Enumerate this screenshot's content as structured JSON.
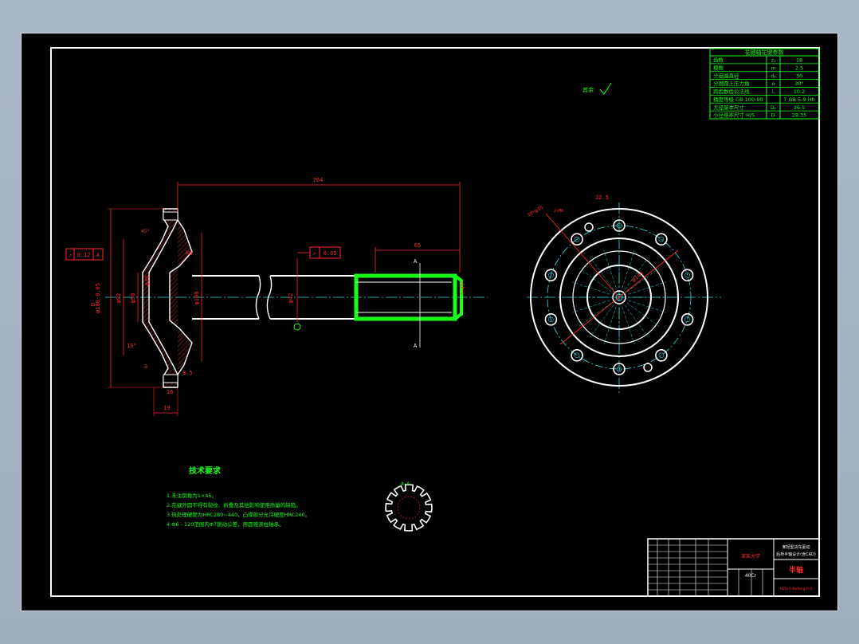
{
  "param_table": {
    "title": "花键轴花键参数",
    "rows": [
      {
        "name": "齿数",
        "sym": "z₁",
        "val": "18"
      },
      {
        "name": "模数",
        "sym": "m",
        "val": "2.5"
      },
      {
        "name": "分度圆直径",
        "sym": "d₁",
        "val": "30"
      },
      {
        "name": "分度圆上压力角",
        "sym": "α",
        "val": "30°"
      },
      {
        "name": "跨齿数齿公法线",
        "sym": "L",
        "val": "10.2"
      },
      {
        "name": "精度等级 GB 100-00",
        "sym": "",
        "val": "7 GB 5-9 Hh"
      },
      {
        "name": "大径基本尺寸",
        "sym": "Dₑ",
        "val": "36.5"
      },
      {
        "name": "小径基本尺寸 H/S",
        "sym": "Dᵢ",
        "val": "28.35"
      }
    ]
  },
  "surface_note": "其余",
  "dims": {
    "overall_length": "764",
    "spline_length": "65",
    "tol_runout": "0.12",
    "datum": "A",
    "tol_circular_runout": "0.05",
    "dia_flange": "φ180-0.05",
    "dia_d": "D",
    "dia_92": "φ92",
    "dia_50": "φ50",
    "dia_38": "φ38",
    "dia_100": "φ100",
    "dia_42": "φ42",
    "r_38": "R8",
    "angle_15": "15°",
    "dim_3": "3",
    "dim_85": "8.5",
    "dim_16": "16",
    "dim_19": "19",
    "top_angle": "45°",
    "hole_angle": "22.5",
    "holes_note": "2×M8",
    "holes_note_2": "10×φ10",
    "bolt_circle": "φ145",
    "section_label": "A",
    "section_view_label": "A-A",
    "chamfer": "1×45°"
  },
  "tech": {
    "title": "技术要求",
    "items": [
      "1.未注倒角为1×45。",
      "2.花键外圆不得有裂纹、折叠及其他影响使用质量的缺陷。",
      "3.热处理硬度为HRC280~440，凸缘部分允许硬度HRC240。",
      "4.Φ6 - 120范围内Φ7跳动公差，用圆锥滚柱轴承。"
    ]
  },
  "title_block": {
    "school": "某某大学",
    "project_line1": "某轻型货车驱动",
    "project_line2": "后桥半轴设计(含CAD)",
    "part_name": "半轴",
    "drawing_no": "HZD-0-Bofeng-0-0",
    "material": "40Cr"
  },
  "colors": {
    "line_white": "#ffffff",
    "dim_red": "#ff2a2a",
    "accent_green": "#18ff18",
    "center_cyan": "#2fe0e0",
    "hatch_red": "#d22a2a"
  }
}
